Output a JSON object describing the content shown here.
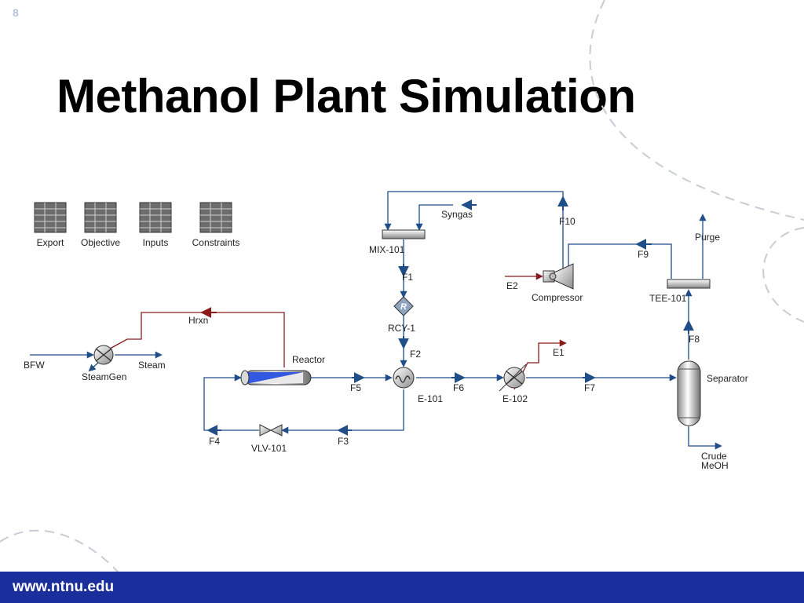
{
  "slide": {
    "number": "8",
    "title": "Methanol Plant Simulation",
    "footer": "www.ntnu.edu"
  },
  "spreadsheets": [
    "Export",
    "Objective",
    "Inputs",
    "Constraints"
  ],
  "units": {
    "mixer": "MIX-101",
    "recycle": "RCY-1",
    "recycle_symbol": "R",
    "reactor": "Reactor",
    "steam_gen": "SteamGen",
    "heat_exchanger": "E-101",
    "cooler": "E-102",
    "valve": "VLV-101",
    "separator": "Separator",
    "tee": "TEE-101",
    "compressor": "Compressor"
  },
  "streams": {
    "syngas": "Syngas",
    "f1": "F1",
    "f2": "F2",
    "f3": "F3",
    "f4": "F4",
    "f5": "F5",
    "f6": "F6",
    "f7": "F7",
    "f8": "F8",
    "f9": "F9",
    "f10": "F10",
    "hrxn": "Hrxn",
    "bfw": "BFW",
    "steam": "Steam",
    "e1": "E1",
    "e2": "E2",
    "purge": "Purge",
    "crude": "Crude",
    "meoh": "MeOH"
  },
  "colors": {
    "material": "#1f4e89",
    "energy": "#8b1a1a",
    "accent_footer": "#1a2f9c"
  }
}
